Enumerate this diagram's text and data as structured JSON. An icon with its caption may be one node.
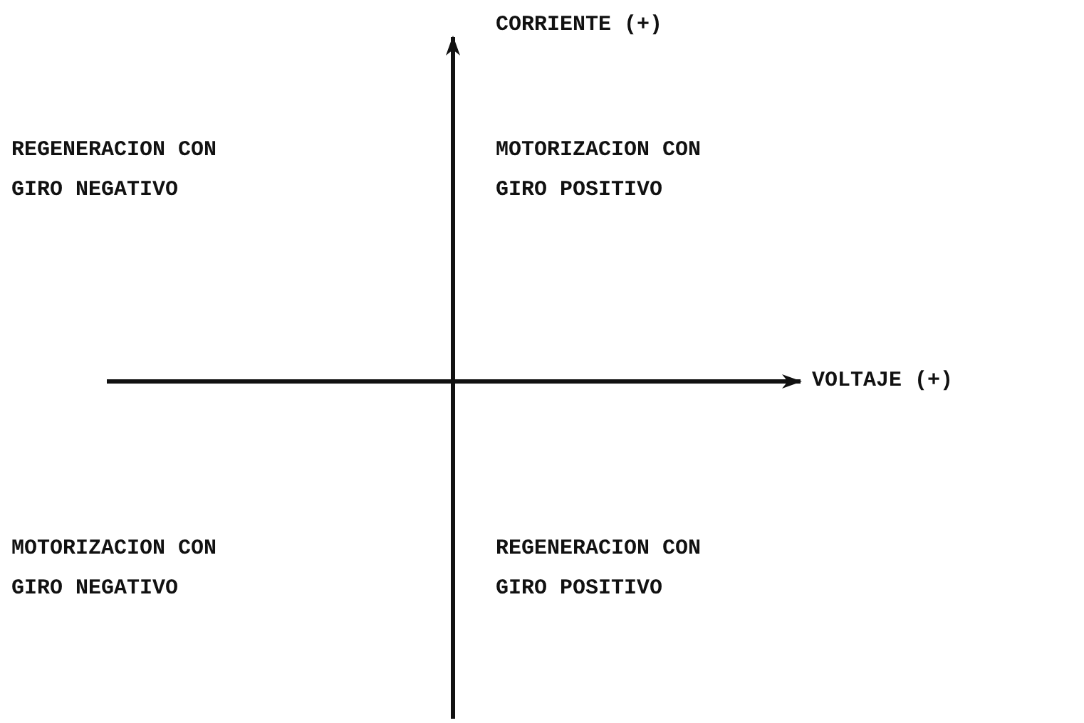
{
  "diagram": {
    "labels": [
      "CORRIENTE (+)",
      "REGENERACION CON GIRO NEGATIVO",
      "MOTORIZACION CON GIRO POSITIVO",
      "VOLTAJE (+)",
      "MOTORIZACION CON GIRO NEGATIVO",
      "REGENERACION CON GIRO POSITIVO"
    ]
  }
}
